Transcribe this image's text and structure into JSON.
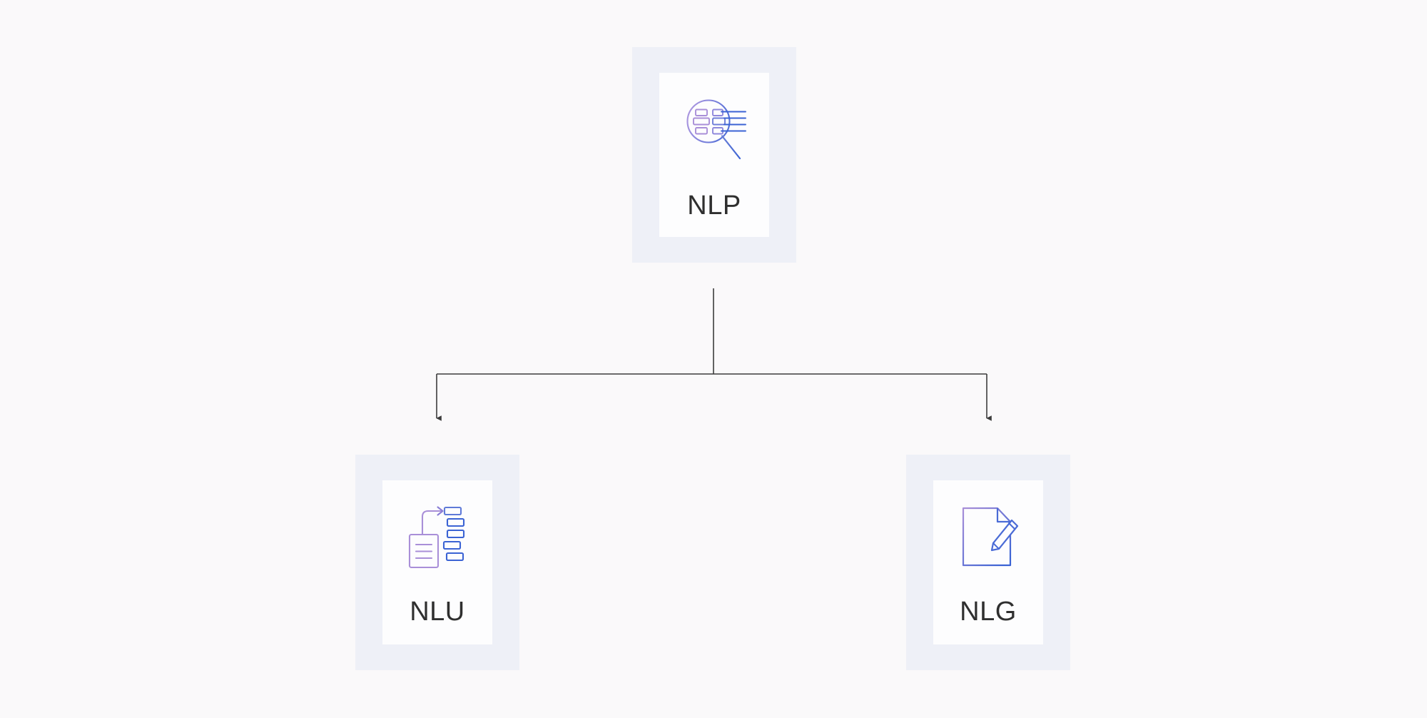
{
  "diagram": {
    "title": "NLP hierarchy diagram",
    "background_color": "#faf9fa",
    "card_outer_color": "#eef0f7",
    "card_inner_color": "#fdfdfe",
    "label_color": "#2f2f2f",
    "connector_color": "#3c3c3c",
    "icon_colors": {
      "violet": "#a98fd8",
      "blue": "#3b63d4"
    },
    "nodes": [
      {
        "id": "nlp",
        "label": "NLP",
        "icon": "magnifier-text-analysis-icon",
        "level": "root"
      },
      {
        "id": "nlu",
        "label": "NLU",
        "icon": "document-to-tokens-arrow-icon",
        "level": "child"
      },
      {
        "id": "nlg",
        "label": "NLG",
        "icon": "document-pencil-write-icon",
        "level": "child"
      }
    ],
    "edges": [
      {
        "from": "nlp",
        "to": "nlu",
        "style": "elbow-arrow"
      },
      {
        "from": "nlp",
        "to": "nlg",
        "style": "elbow-arrow"
      }
    ]
  }
}
